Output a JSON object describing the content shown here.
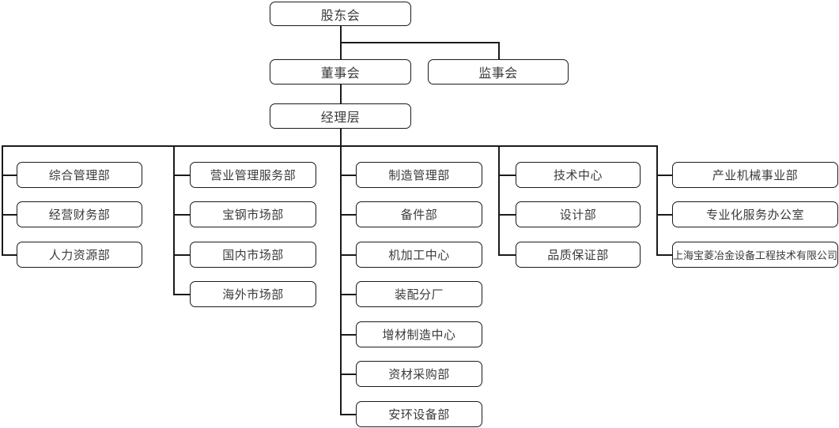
{
  "org_chart": {
    "governance": {
      "shareholders": "股东会",
      "board": "董事会",
      "supervisory": "监事会",
      "management": "经理层"
    },
    "columns": [
      [
        "综合管理部",
        "经营财务部",
        "人力资源部"
      ],
      [
        "营业管理服务部",
        "宝钢市场部",
        "国内市场部",
        "海外市场部"
      ],
      [
        "制造管理部",
        "备件部",
        "机加工中心",
        "装配分厂",
        "增材制造中心",
        "资材采购部",
        "安环设备部"
      ],
      [
        "技术中心",
        "设计部",
        "品质保证部"
      ],
      [
        "产业机械事业部",
        "专业化服务办公室",
        "上海宝菱冶金设备工程技术有限公司"
      ]
    ]
  },
  "colors": {
    "line": "#1a1a1a",
    "node_border": "#1a1a1a",
    "node_fill": "#ffffff",
    "text": "#3a3a3a",
    "background": "#ffffff"
  }
}
